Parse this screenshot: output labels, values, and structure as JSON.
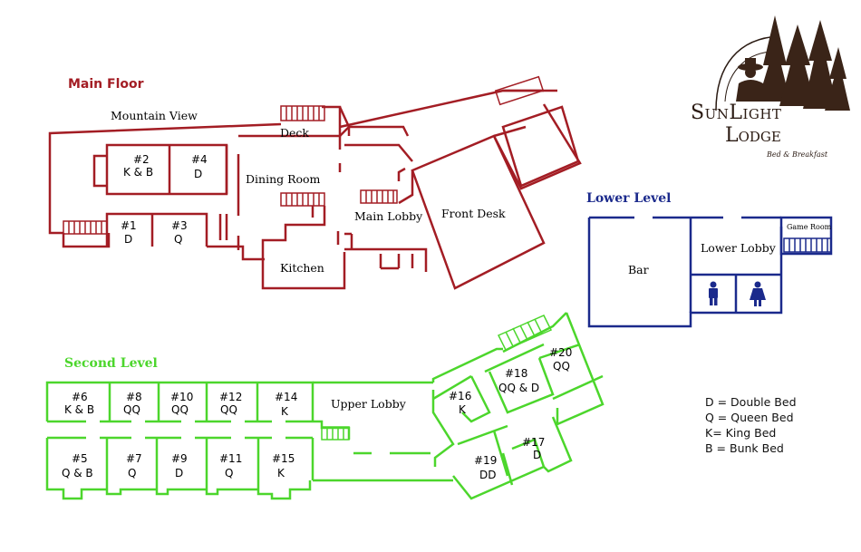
{
  "floors": {
    "main": {
      "title": "Main Floor",
      "color": "#a31d24",
      "labels": {
        "mountain_view": "Mountain View",
        "deck": "Deck",
        "dining_room": "Dining Room",
        "main_lobby": "Main Lobby",
        "front_desk": "Front Desk",
        "kitchen": "Kitchen"
      },
      "rooms": [
        {
          "number": "#2",
          "beds": "K & B"
        },
        {
          "number": "#4",
          "beds": "D"
        },
        {
          "number": "#1",
          "beds": "D"
        },
        {
          "number": "#3",
          "beds": "Q"
        }
      ]
    },
    "lower": {
      "title": "Lower Level",
      "color": "#1b2a8c",
      "labels": {
        "bar": "Bar",
        "lower_lobby": "Lower Lobby",
        "game_room": "Game Room"
      }
    },
    "second": {
      "title": "Second Level",
      "color": "#4cd62c",
      "labels": {
        "upper_lobby": "Upper Lobby"
      },
      "rooms": [
        {
          "number": "#6",
          "beds": "K & B"
        },
        {
          "number": "#8",
          "beds": "QQ"
        },
        {
          "number": "#10",
          "beds": "QQ"
        },
        {
          "number": "#12",
          "beds": "QQ"
        },
        {
          "number": "#14",
          "beds": "K"
        },
        {
          "number": "#5",
          "beds": "Q & B"
        },
        {
          "number": "#7",
          "beds": "Q"
        },
        {
          "number": "#9",
          "beds": "D"
        },
        {
          "number": "#11",
          "beds": "Q"
        },
        {
          "number": "#15",
          "beds": "K"
        },
        {
          "number": "#16",
          "beds": "K"
        },
        {
          "number": "#18",
          "beds": "QQ & D"
        },
        {
          "number": "#20",
          "beds": "QQ"
        },
        {
          "number": "#19",
          "beds": "DD"
        },
        {
          "number": "#17",
          "beds": "D"
        }
      ]
    }
  },
  "legend": [
    "D = Double Bed",
    "Q = Queen Bed",
    "K= King Bed",
    "B = Bunk Bed"
  ],
  "logo": {
    "name_part1": "SunLight",
    "name_part2": "Lodge",
    "tagline": "Bed & Breakfast"
  }
}
